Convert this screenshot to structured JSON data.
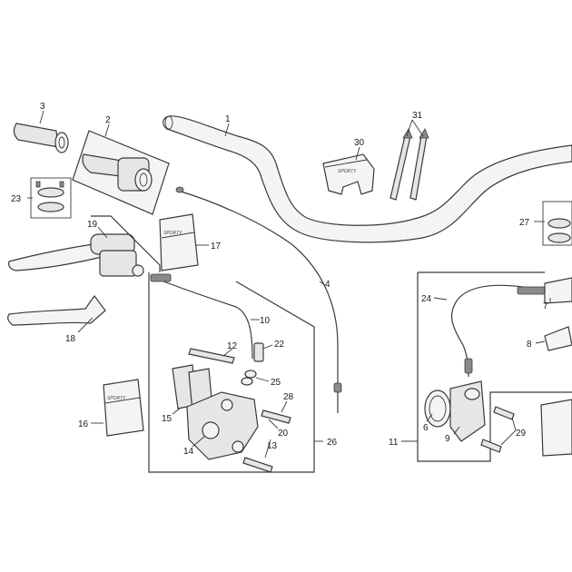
{
  "labels": [
    {
      "text": "1"
    },
    {
      "text": "2"
    },
    {
      "text": "3"
    },
    {
      "text": "4"
    },
    {
      "text": "6"
    },
    {
      "text": "7"
    },
    {
      "text": "8"
    },
    {
      "text": "9"
    },
    {
      "text": "10"
    },
    {
      "text": "11"
    },
    {
      "text": "12"
    },
    {
      "text": "13"
    },
    {
      "text": "14"
    },
    {
      "text": "15"
    },
    {
      "text": "16"
    },
    {
      "text": "17"
    },
    {
      "text": "18"
    },
    {
      "text": "19"
    },
    {
      "text": "20"
    },
    {
      "text": "22"
    },
    {
      "text": "23"
    },
    {
      "text": "24"
    },
    {
      "text": "25"
    },
    {
      "text": "26"
    },
    {
      "text": "27"
    },
    {
      "text": "28"
    },
    {
      "text": "29"
    },
    {
      "text": "30"
    },
    {
      "text": "31"
    }
  ],
  "stickers": {
    "brand_text": "SPORTY"
  },
  "colors": {
    "line": "#3a3a3a",
    "fill": "#e6e6e6",
    "background": "#ffffff"
  }
}
